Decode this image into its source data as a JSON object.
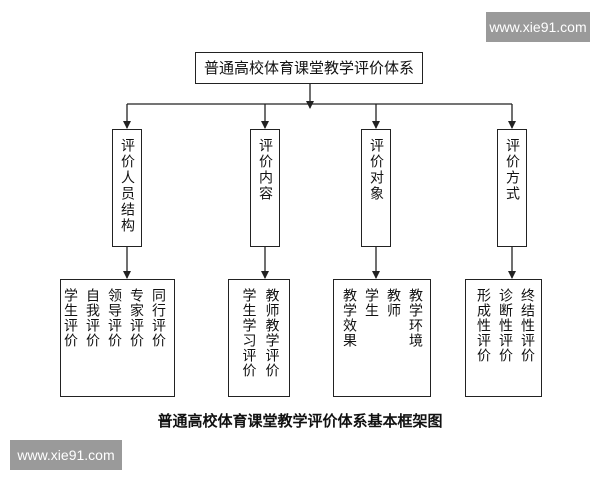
{
  "watermark": {
    "top": "www.xie91.com",
    "bottom": "www.xie91.com"
  },
  "diagram": {
    "root": "普通高校体育课堂教学评价体系",
    "categories": [
      {
        "label": "评价人员结构",
        "items": [
          "同行评价",
          "专家评价",
          "领导评价",
          "自我评价",
          "学生评价"
        ]
      },
      {
        "label": "评价内容",
        "items": [
          "教师教学评价",
          "学生学习评价"
        ]
      },
      {
        "label": "评价对象",
        "items": [
          "教学环境",
          "教师",
          "学生",
          "教学效果"
        ]
      },
      {
        "label": "评价方式",
        "items": [
          "终结性评价",
          "诊断性评价",
          "形成性评价"
        ]
      }
    ]
  },
  "caption": "普通高校体育课堂教学评价体系基本框架图"
}
